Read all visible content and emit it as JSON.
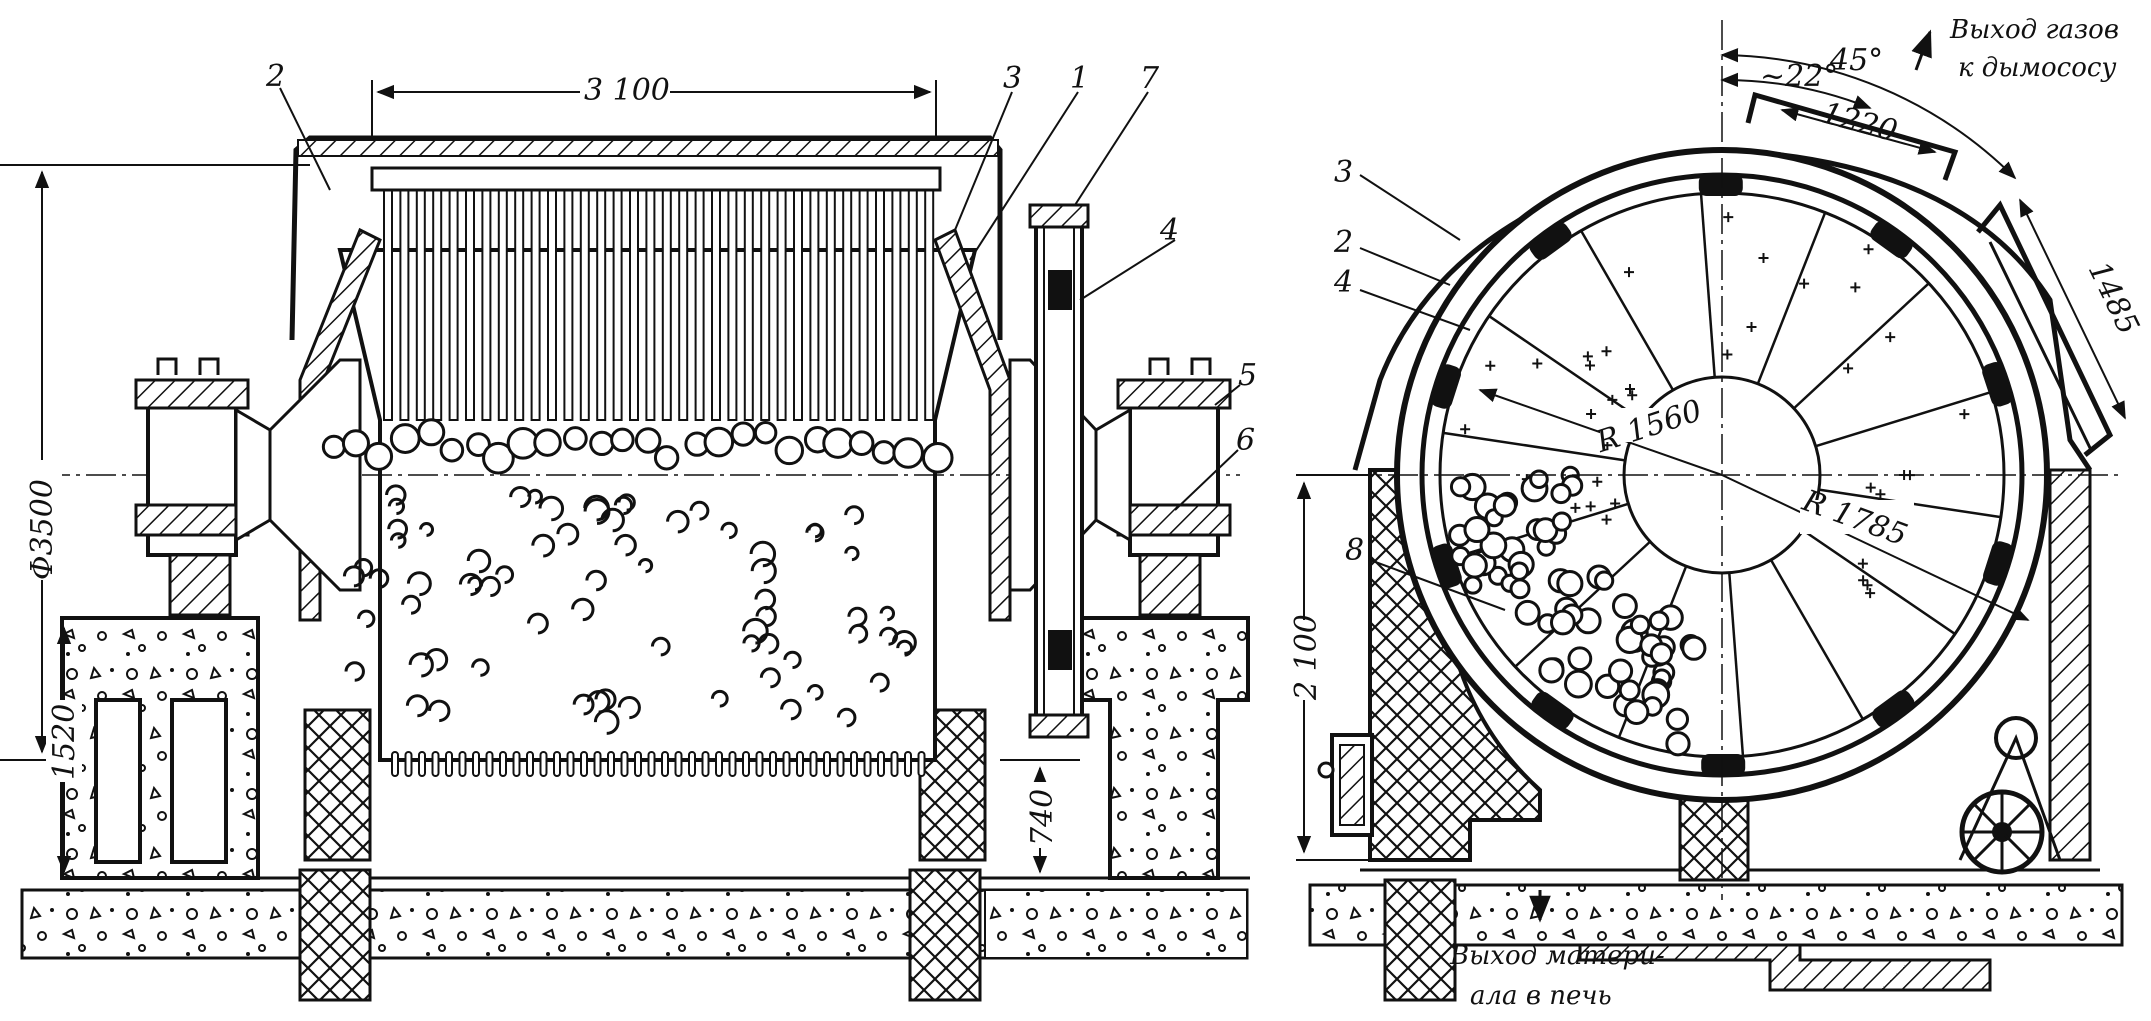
{
  "side_view": {
    "dim_length": "3 100",
    "dim_diameter": "Φ3500",
    "dim_height_support": "1520",
    "dim_height_bottom": "740",
    "callouts": [
      "2",
      "3",
      "1",
      "7",
      "4",
      "5",
      "6"
    ]
  },
  "front_view": {
    "angle_outer": "45°",
    "angle_inner": "~22°",
    "dim_chute_width": "1220",
    "dim_chute_length": "1485",
    "radius_inner": "R 1560",
    "radius_outer": "R 1785",
    "dim_height": "2 100",
    "callouts": [
      "3",
      "2",
      "4",
      "8"
    ],
    "gas_outlet_line1": "Выход газов",
    "gas_outlet_line2": "к дымососу",
    "material_outlet_line1": "Выход матери-",
    "material_outlet_line2": "ала в печь"
  }
}
